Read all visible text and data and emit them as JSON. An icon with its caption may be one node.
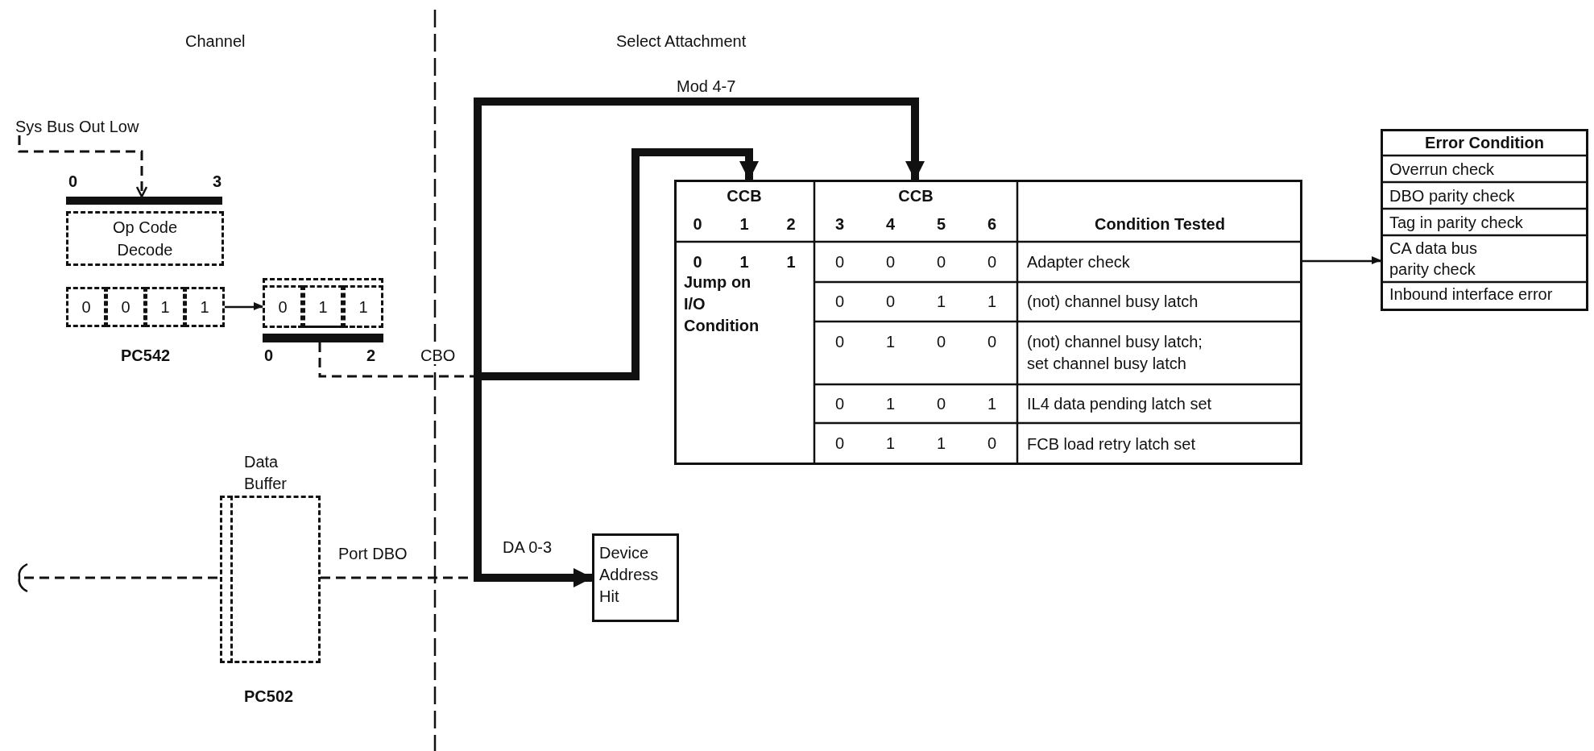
{
  "diagram": {
    "nodes": [
      {
        "text": [
          "Sys Bus Out Low"
        ]
      },
      {
        "text": [],
        "shape": "bar"
      },
      {
        "text": [
          "Op Code Decode"
        ]
      },
      {
        "text": [
          "0"
        ]
      },
      {
        "text": [
          "0"
        ]
      },
      {
        "text": [
          "1"
        ]
      },
      {
        "text": [
          "1"
        ]
      },
      {
        "text": [],
        "shape": "box"
      },
      {
        "text": [
          "0"
        ],
        "in": 7
      },
      {
        "text": [
          "1"
        ],
        "in": 7
      },
      {
        "text": [
          "1"
        ],
        "in": 7
      },
      {
        "text": [],
        "shape": "bar"
      },
      {
        "text": [
          "Data Buffer"
        ],
        "beside": [
          "PC502"
        ]
      },
      {
        "text": [
          "Device Address Hit"
        ]
      },
      {
        "text": [
          "CCB",
          "0",
          "1",
          "2",
          "CCB",
          "3",
          "4",
          "5",
          "6",
          "Condition Tested",
          "0",
          "1",
          "1",
          "0",
          "0",
          "0",
          "0",
          "Adapter check",
          "Jump on I/O Condition",
          "0",
          "0",
          "1",
          "1",
          "(not) channel busy latch",
          "0",
          "1",
          "0",
          "0",
          "(not) channel busy latch; set channel busy latch",
          "0",
          "1",
          "0",
          "1",
          "IL4 data pending latch set",
          "0",
          "1",
          "1",
          "0",
          "FCB load retry latch set"
        ]
      },
      {
        "text": [
          "Error Condition",
          "Overrun check",
          "DBO parity check",
          "Tag in parity check",
          "CA data bus parity check",
          "Inbound interface error"
        ]
      },
      {
        "text": [],
        "shape": "bar"
      }
    ],
    "edges": [
      {
        "from": 0,
        "to": 1,
        "arrow": "to",
        "style": "dashed"
      },
      {
        "from": 6,
        "to": 7,
        "arrow": "to"
      },
      {
        "from": 11,
        "to": 16,
        "arrow": "none",
        "label": "CBO",
        "style": "dashed"
      },
      {
        "from": 16,
        "to": 14,
        "arrow": "to",
        "style": "thick"
      },
      {
        "from": 16,
        "to": 14,
        "arrow": "to",
        "label": "Mod 4-7",
        "style": "thick"
      },
      {
        "from": 16,
        "to": 13,
        "arrow": "to",
        "label": "DA 0-3",
        "style": "thick"
      },
      {
        "from": 12,
        "to": 16,
        "arrow": "none",
        "label": "Port DBO",
        "style": "dashed"
      },
      {
        "from": null,
        "to": 12,
        "arrow": "none",
        "style": "dashed"
      },
      {
        "from": 14,
        "to": 15,
        "arrow": "to"
      }
    ],
    "labels": [
      "Channel",
      "Select Attachment",
      "0",
      "3",
      "PC542",
      "0",
      "2"
    ]
  }
}
